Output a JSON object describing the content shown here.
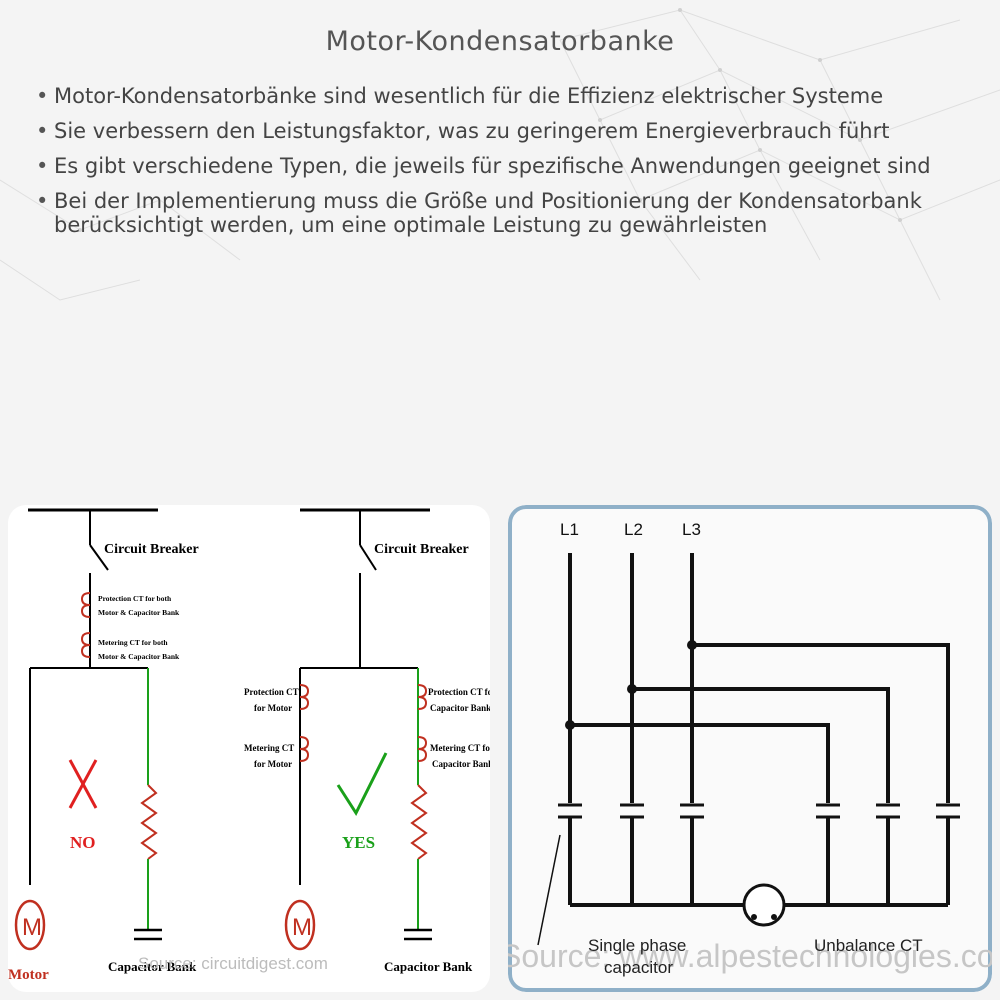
{
  "title": "Motor-Kondensatorbanke",
  "bullets": [
    "Motor-Kondensatorbänke sind wesentlich für die Effizienz elektrischer Systeme",
    "Sie verbessern den Leistungsfaktor, was zu geringerem Energieverbrauch führt",
    "Es gibt verschiedene Typen, die jeweils für spezifische Anwendungen geeignet sind",
    "Bei der Implementierung muss die Größe und Positionierung der Kondensatorbank berücksichtigt werden, um eine optimale Leistung zu gewährleisten"
  ],
  "left_diagram": {
    "left_circuit": {
      "breaker_label": "Circuit Breaker",
      "ct1_label_line1": "Protection CT for both",
      "ct1_label_line2": "Motor & Capacitor Bank",
      "ct2_label_line1": "Metering CT for both",
      "ct2_label_line2": "Motor & Capacitor Bank",
      "verdict": "NO",
      "motor_symbol": "M",
      "motor_label": "Motor",
      "capacitor_label": "Capacitor Bank"
    },
    "right_circuit": {
      "breaker_label": "Circuit Breaker",
      "motor_ct1_line1": "Protection CT",
      "motor_ct1_line2": "for Motor",
      "motor_ct2_line1": "Metering CT",
      "motor_ct2_line2": "for Motor",
      "cap_ct1_line1": "Protection CT for",
      "cap_ct1_line2": "Capacitor Bank",
      "cap_ct2_line1": "Metering CT for",
      "cap_ct2_line2": "Capacitor Bank",
      "verdict": "YES",
      "motor_symbol": "M",
      "capacitor_label": "Capacitor Bank"
    },
    "watermark": "Source: circuitdigest.com",
    "colors": {
      "cross": "#e02020",
      "check": "#1aa01a",
      "green_wire": "#1aa01a",
      "red": "#e02020"
    }
  },
  "right_diagram": {
    "phases": [
      "L1",
      "L2",
      "L3"
    ],
    "label_single_phase_line1": "Single phase",
    "label_single_phase_line2": "capacitor",
    "label_unbalance": "Unbalance CT",
    "watermark": "Source: www.alpestechnologies.com",
    "colors": {
      "frame": "#8fb0c8",
      "wire": "#111111"
    }
  }
}
